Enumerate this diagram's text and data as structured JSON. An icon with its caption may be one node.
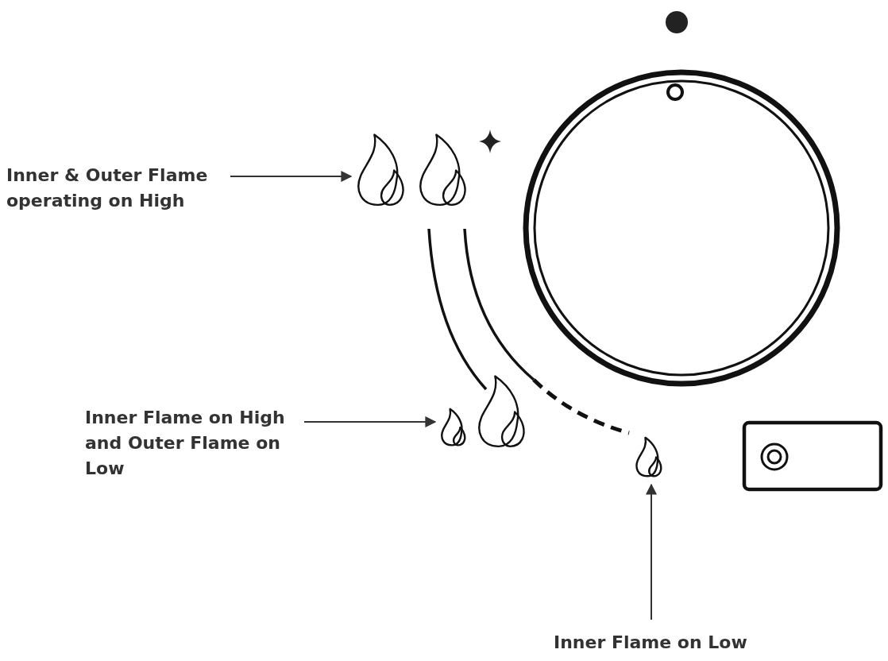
{
  "diagram": {
    "nodes": [
      {
        "text": [
          "Inner & Outer Flame operating on High"
        ]
      },
      {
        "text": [],
        "shape": "picture"
      },
      {
        "text": [
          "Inner Flame on High and Outer Flame on Low"
        ]
      },
      {
        "text": [],
        "shape": "picture"
      },
      {
        "text": [
          "Inner Flame on Low"
        ]
      },
      {
        "text": [],
        "shape": "picture"
      }
    ],
    "edges": [
      {
        "from": 0,
        "to": 1,
        "arrow": "to"
      },
      {
        "from": 2,
        "to": 3,
        "arrow": "to"
      },
      {
        "from": 4,
        "to": 5,
        "arrow": "to"
      }
    ]
  }
}
